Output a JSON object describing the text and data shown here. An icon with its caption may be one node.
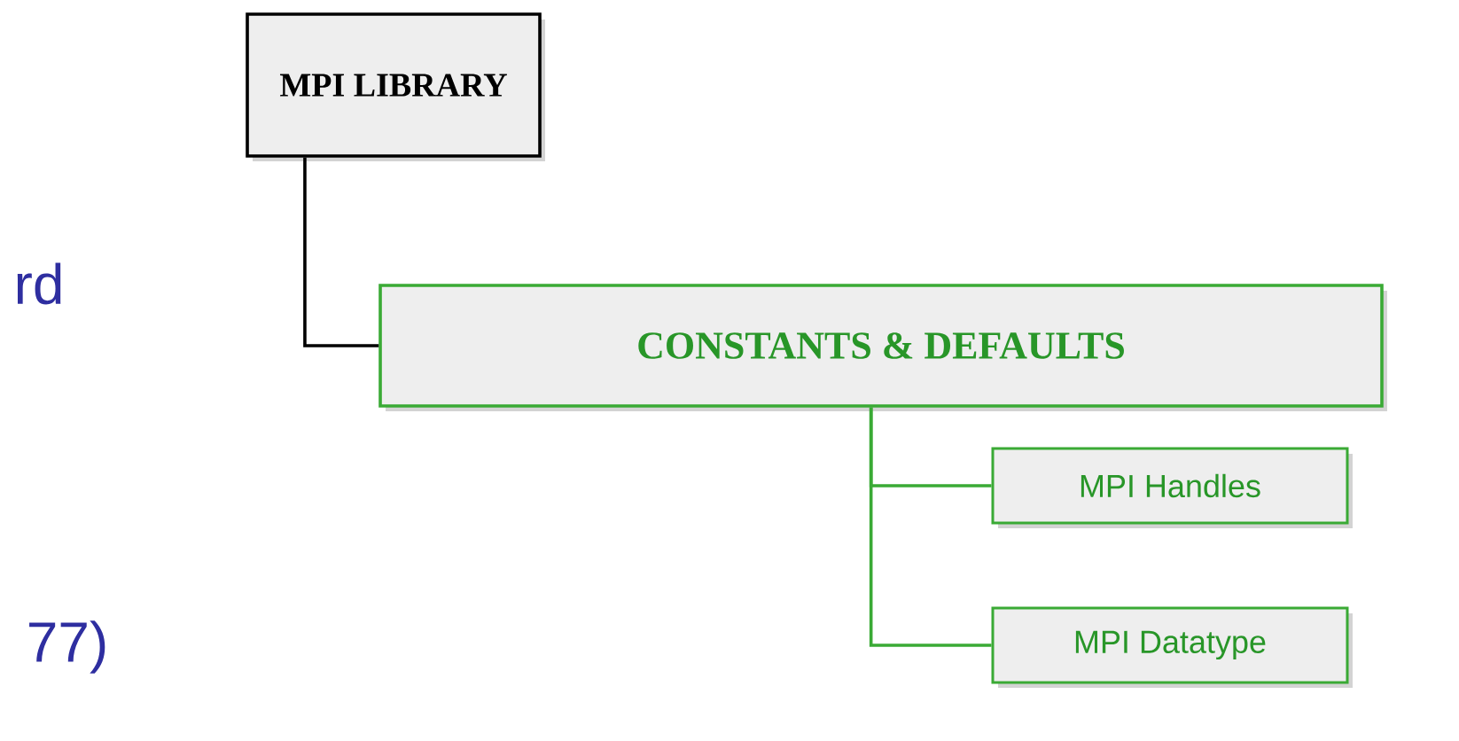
{
  "diagram": {
    "nodes": [
      {
        "text": [
          "MPI LIBRARY"
        ]
      },
      {
        "text": [
          "CONSTANTS & DEFAULTS"
        ]
      },
      {
        "text": [
          "MPI Handles"
        ]
      },
      {
        "text": [
          "MPI Datatype"
        ]
      }
    ],
    "edges": [
      {
        "from": 0,
        "to": 1,
        "arrow": "none",
        "color": "#000000"
      },
      {
        "from": 1,
        "to": 2,
        "arrow": "none"
      },
      {
        "from": 1,
        "to": 3,
        "arrow": "none"
      }
    ],
    "labels": [
      "rd",
      "77)"
    ]
  }
}
